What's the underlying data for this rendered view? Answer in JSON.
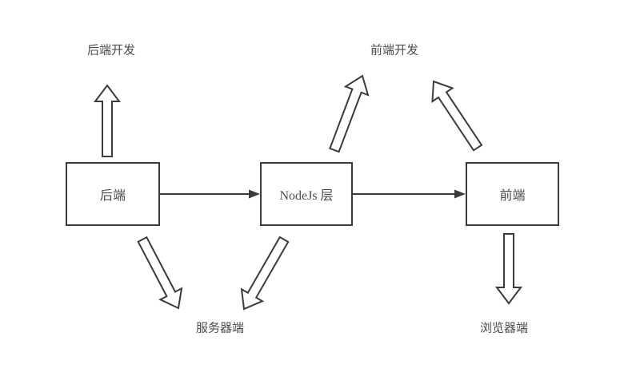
{
  "colors": {
    "stroke": "#3b3b3b",
    "text": "#4c4c4c",
    "bg": "#ffffff"
  },
  "diagram": {
    "nodes": [
      {
        "id": "backend",
        "label": "后端"
      },
      {
        "id": "nodejs-layer",
        "label": "NodeJs 层"
      },
      {
        "id": "frontend",
        "label": "前端"
      }
    ],
    "annotations": [
      {
        "id": "backend-dev",
        "text": "后端开发"
      },
      {
        "id": "frontend-dev",
        "text": "前端开发"
      },
      {
        "id": "server-side",
        "text": "服务器端"
      },
      {
        "id": "browser-side",
        "text": "浏览器端"
      }
    ],
    "connectors": [
      {
        "from": "后端",
        "to": "NodeJs 层",
        "style": "solid-arrow"
      },
      {
        "from": "NodeJs 层",
        "to": "前端",
        "style": "solid-arrow"
      },
      {
        "from": "后端",
        "to": "后端开发",
        "style": "hollow-arrow"
      },
      {
        "from": "NodeJs 层",
        "to": "前端开发",
        "style": "hollow-arrow"
      },
      {
        "from": "前端",
        "to": "前端开发",
        "style": "hollow-arrow"
      },
      {
        "from": "后端",
        "to": "服务器端",
        "style": "hollow-arrow"
      },
      {
        "from": "NodeJs 层",
        "to": "服务器端",
        "style": "hollow-arrow"
      },
      {
        "from": "前端",
        "to": "浏览器端",
        "style": "hollow-arrow"
      }
    ]
  }
}
